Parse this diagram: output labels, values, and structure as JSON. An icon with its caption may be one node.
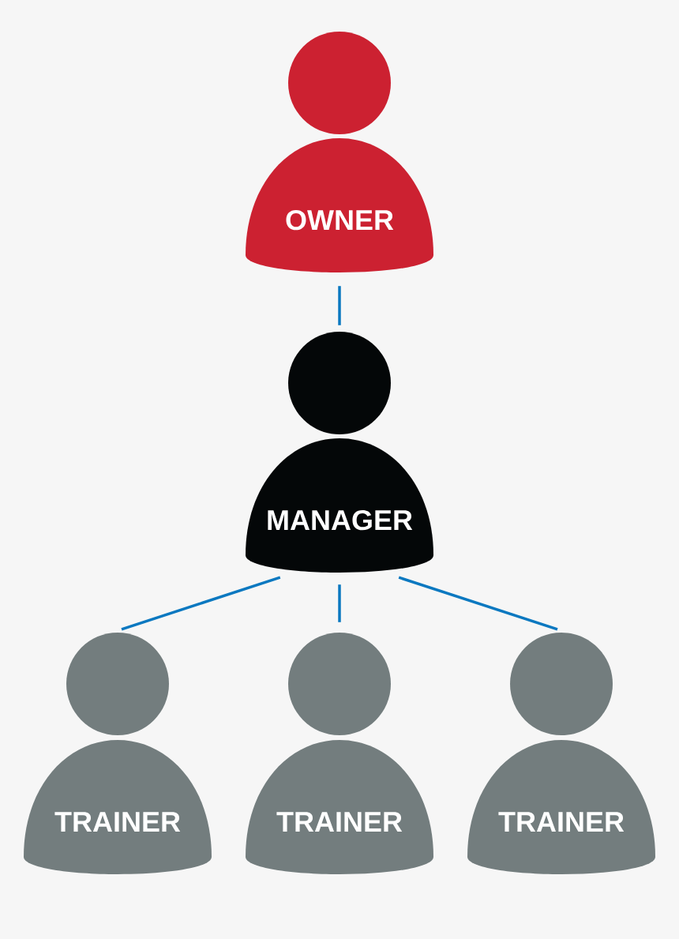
{
  "diagram": {
    "nodes": [
      {
        "text": [
          "OWNER"
        ]
      },
      {
        "text": [
          "MANAGER"
        ]
      },
      {
        "text": [
          "TRAINER"
        ]
      },
      {
        "text": [
          "TRAINER"
        ]
      },
      {
        "text": [
          "TRAINER"
        ]
      }
    ],
    "edges": [
      {
        "from": 0,
        "to": 1,
        "arrow": "none"
      },
      {
        "from": 1,
        "to": 2,
        "arrow": "none"
      },
      {
        "from": 1,
        "to": 3,
        "arrow": "none"
      },
      {
        "from": 1,
        "to": 4,
        "arrow": "none"
      }
    ]
  }
}
